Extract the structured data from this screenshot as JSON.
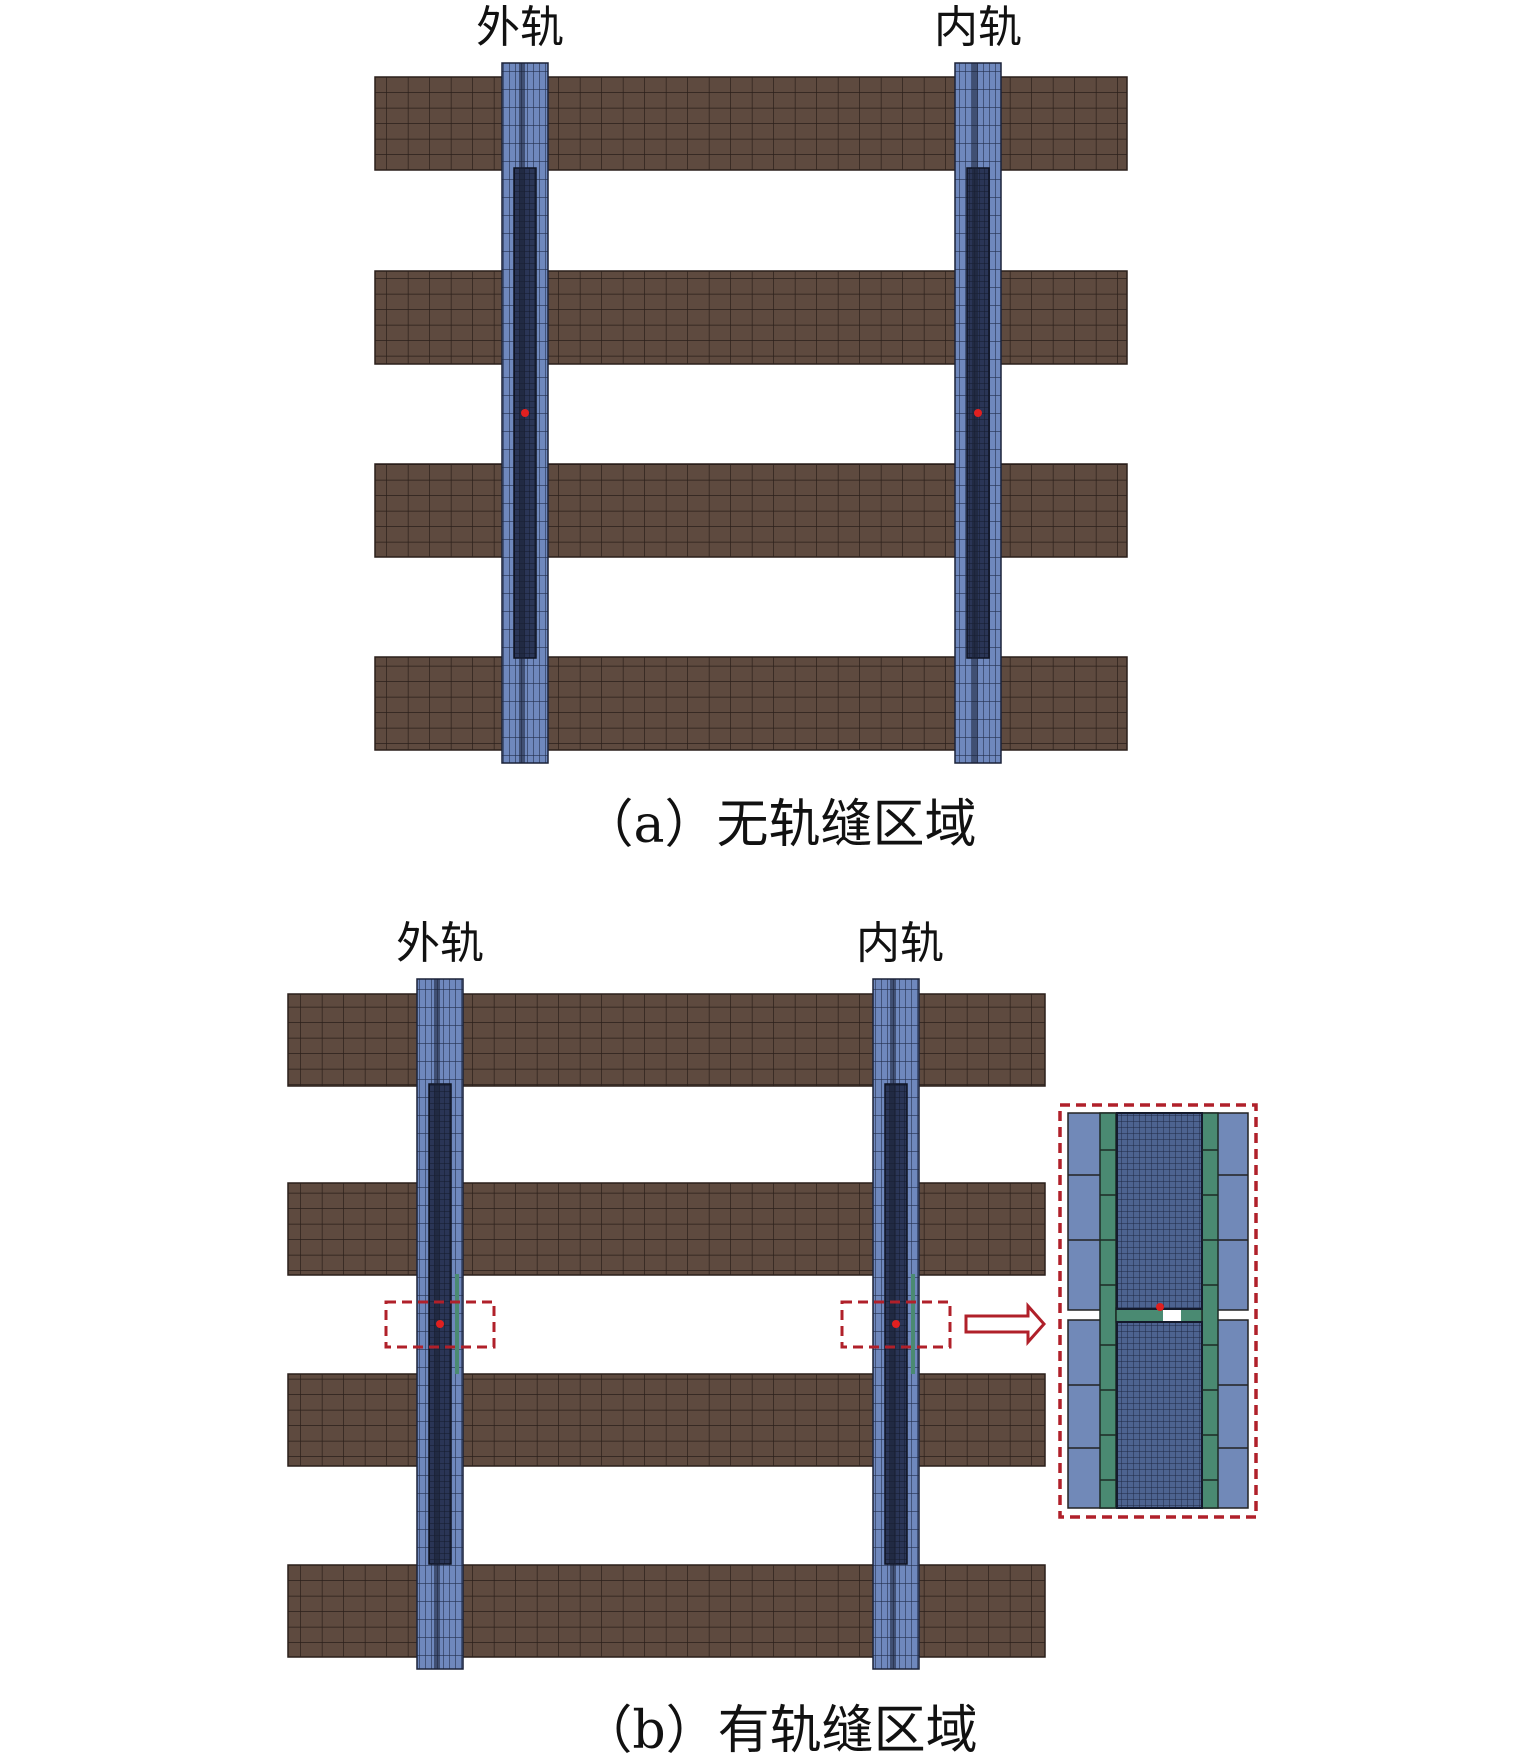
{
  "panel_a": {
    "outer_rail_label": "外轨",
    "inner_rail_label": "内轨",
    "caption": "（a）无轨缝区域"
  },
  "panel_b": {
    "outer_rail_label": "外轨",
    "inner_rail_label": "内轨",
    "caption": "（b）有轨缝区域"
  },
  "colors": {
    "sleeper": "#5e4a3f",
    "rail_flange": "#6f88bd",
    "rail_head": "#1f2740",
    "joint_bar": "#4a8a72",
    "highlight": "#b0202a",
    "point": "#e02020"
  }
}
